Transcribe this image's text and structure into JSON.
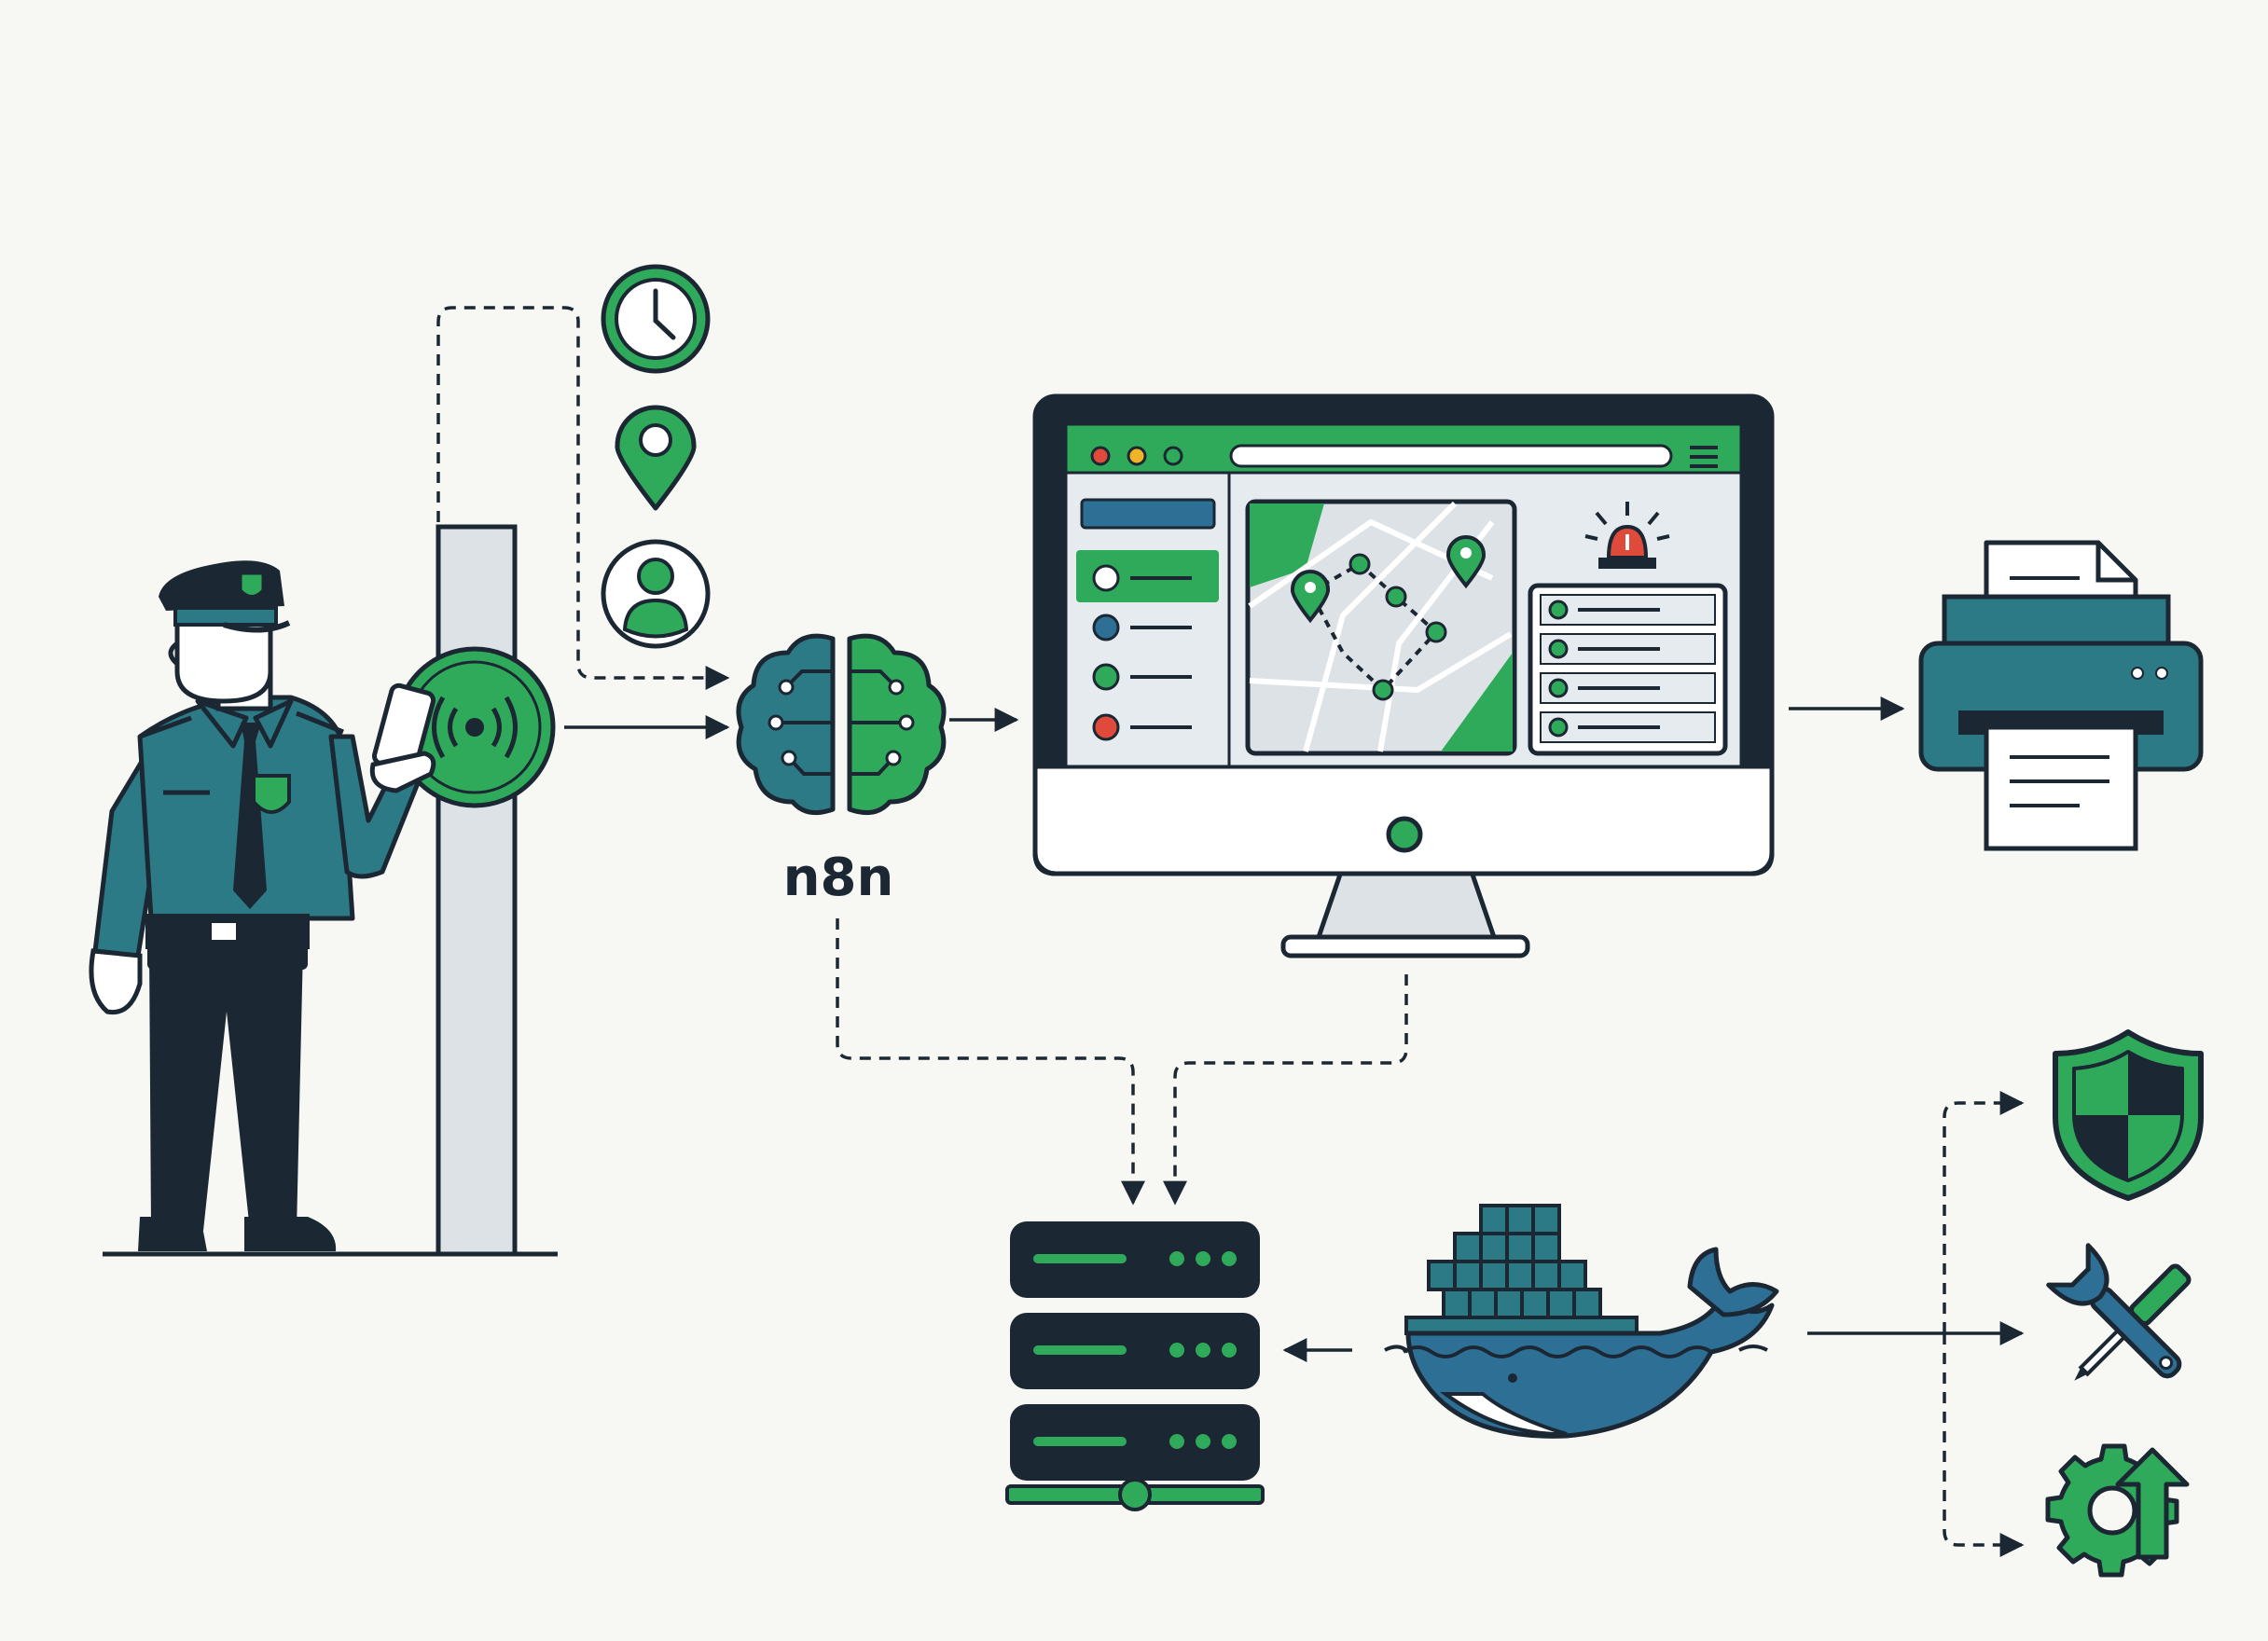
{
  "diagram": {
    "label": "n8n",
    "colors": {
      "background": "#f7f8f3",
      "outline": "#1b2733",
      "green": "#2faa5a",
      "teal": "#2b7a86",
      "blue": "#2e6f96",
      "red": "#e04a3a",
      "light_gray": "#dde2e7"
    },
    "nodes": [
      {
        "id": "security-guard",
        "icon": "guard-icon"
      },
      {
        "id": "nfc-checkpoint",
        "icon": "nfc-tag-icon"
      },
      {
        "id": "time",
        "icon": "clock-icon"
      },
      {
        "id": "location",
        "icon": "map-pin-icon"
      },
      {
        "id": "identity",
        "icon": "user-icon"
      },
      {
        "id": "workflow-engine",
        "icon": "brain-circuit-icon"
      },
      {
        "id": "dashboard",
        "icon": "monitor-map-dashboard-icon"
      },
      {
        "id": "report-printer",
        "icon": "printer-icon"
      },
      {
        "id": "server",
        "icon": "server-rack-icon"
      },
      {
        "id": "container",
        "icon": "docker-whale-icon"
      },
      {
        "id": "security",
        "icon": "shield-icon"
      },
      {
        "id": "maintenance",
        "icon": "tools-icon"
      },
      {
        "id": "updates",
        "icon": "gear-update-icon"
      }
    ],
    "edges": [
      {
        "from": "nfc-checkpoint",
        "to": "workflow-engine",
        "style": "solid"
      },
      {
        "from": "nfc-checkpoint",
        "to": "workflow-engine",
        "style": "dashed"
      },
      {
        "from": "workflow-engine",
        "to": "dashboard",
        "style": "solid"
      },
      {
        "from": "dashboard",
        "to": "report-printer",
        "style": "solid"
      },
      {
        "from": "workflow-engine",
        "to": "server",
        "style": "dashed"
      },
      {
        "from": "dashboard",
        "to": "server",
        "style": "dashed"
      },
      {
        "from": "container",
        "to": "server",
        "style": "solid"
      },
      {
        "from": "container",
        "to": "security",
        "style": "dashed"
      },
      {
        "from": "container",
        "to": "maintenance",
        "style": "solid"
      },
      {
        "from": "container",
        "to": "updates",
        "style": "dashed"
      }
    ]
  }
}
